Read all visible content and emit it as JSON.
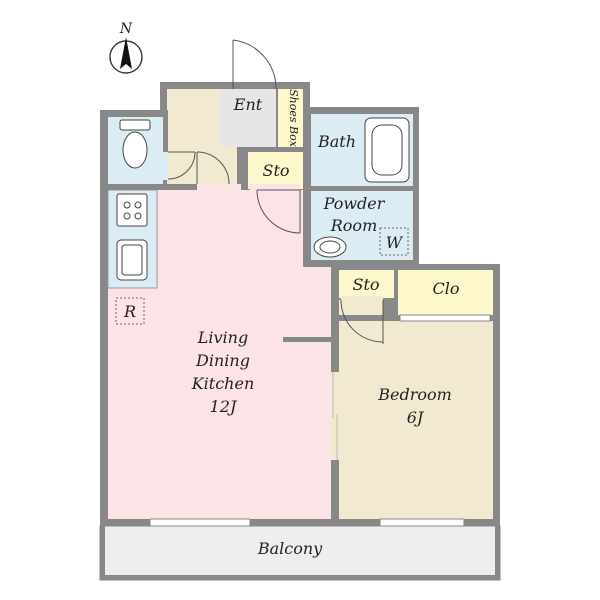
{
  "compass": {
    "label": "N",
    "icon": "north-arrow-icon"
  },
  "rooms": {
    "entrance": "Ent",
    "shoes_box": "Shoes Box",
    "bath": "Bath",
    "storage_top": "Sto",
    "powder_line1": "Powder",
    "powder_line2": "Room",
    "washer": "W",
    "storage_bedroom": "Sto",
    "closet": "Clo",
    "ldk_line1": "Living",
    "ldk_line2": "Dining",
    "ldk_line3": "Kitchen",
    "ldk_size": "12J",
    "bedroom_line1": "Bedroom",
    "bedroom_size": "6J",
    "refrigerator": "R",
    "balcony": "Balcony"
  },
  "colors": {
    "wall": "#888888",
    "ldk": "#fbe3e6",
    "bedroom": "#f1ead0",
    "entrance": "#f1ead0",
    "wet_area": "#dcecf5",
    "storage": "#fdf7cc",
    "entrance_floor": "#e6e6e6",
    "balcony": "#eeeeee"
  }
}
